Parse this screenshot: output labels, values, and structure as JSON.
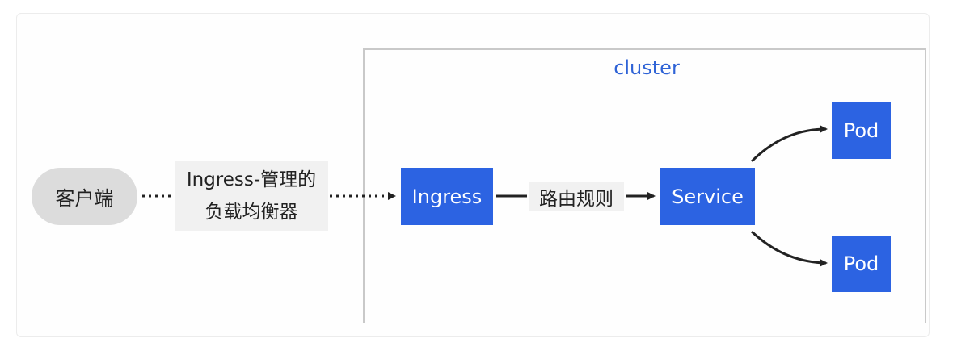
{
  "diagram": {
    "cluster_label": "cluster",
    "client_label": "客户端",
    "load_balancer_lines": [
      "Ingress-管理的",
      "负载均衡器"
    ],
    "ingress_label": "Ingress",
    "routing_label": "路由规则",
    "service_label": "Service",
    "pod_top_label": "Pod",
    "pod_bottom_label": "Pod"
  },
  "colors": {
    "accent_blue": "#2c63e2",
    "cluster_title_blue": "#2f63d6",
    "client_pill_gray": "#dcdcdc",
    "label_background": "#f1f1f1",
    "line_color": "#222222",
    "cluster_border": "#c9c9c9"
  }
}
